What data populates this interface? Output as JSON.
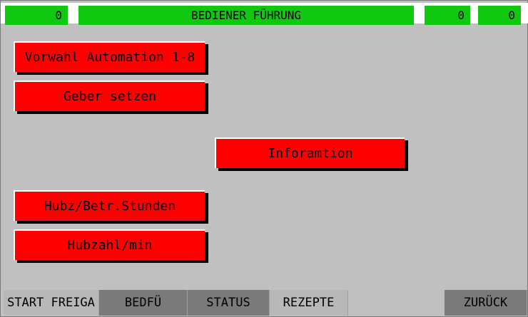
{
  "header": {
    "left_counter": "0",
    "title": "BEDIENER FÜHRUNG",
    "right_counter_1": "0",
    "right_counter_2": "0"
  },
  "buttons": {
    "vorwahl": "Vorwahl Automation 1-8",
    "geber": "Geber setzen",
    "information": "Inforamtion",
    "hubz_betr": "Hubz/Betr.Stunden",
    "hubzahl": "Hubzahl/min"
  },
  "function_keys": {
    "start_freiga": "START FREIGA",
    "bedfue": "BEDFÜ",
    "status": "STATUS",
    "rezepte": "REZEPTE",
    "zurueck": "ZURÜCK"
  },
  "colors": {
    "background": "#c0c0c0",
    "header_green": "#10c810",
    "button_red": "#ff0000",
    "fkey_gray": "#7a7a7a"
  }
}
